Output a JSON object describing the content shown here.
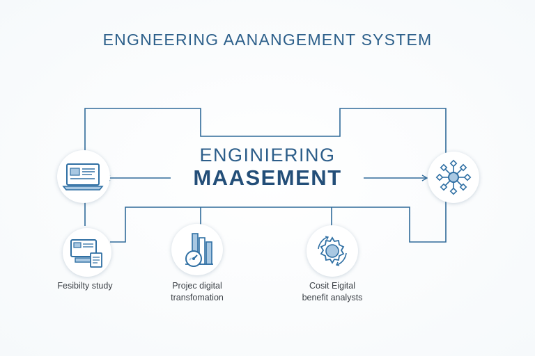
{
  "title": "ENGNEERING AANANGEMENT SYSTEM",
  "center": {
    "line1": "ENGINIERING",
    "line2": "MAASEMENT"
  },
  "nodes": [
    {
      "id": "laptop",
      "icon": "laptop-document-icon",
      "label_line1": "",
      "label_line2": ""
    },
    {
      "id": "network",
      "icon": "hub-network-icon",
      "label_line1": "",
      "label_line2": ""
    },
    {
      "id": "feasibility",
      "icon": "monitor-document-icon",
      "label_line1": "Fesibilty study",
      "label_line2": ""
    },
    {
      "id": "project",
      "icon": "bar-chart-gauge-icon",
      "label_line1": "Projec digital",
      "label_line2": "transfomation"
    },
    {
      "id": "cost",
      "icon": "gear-cycle-icon",
      "label_line1": "Cosit Eigital",
      "label_line2": "benefit analysts"
    }
  ],
  "colors": {
    "line": "#2f6a99",
    "icon": "#2f6fa3",
    "icon_fill": "#a9c8e2",
    "title": "#2c5f8a"
  }
}
